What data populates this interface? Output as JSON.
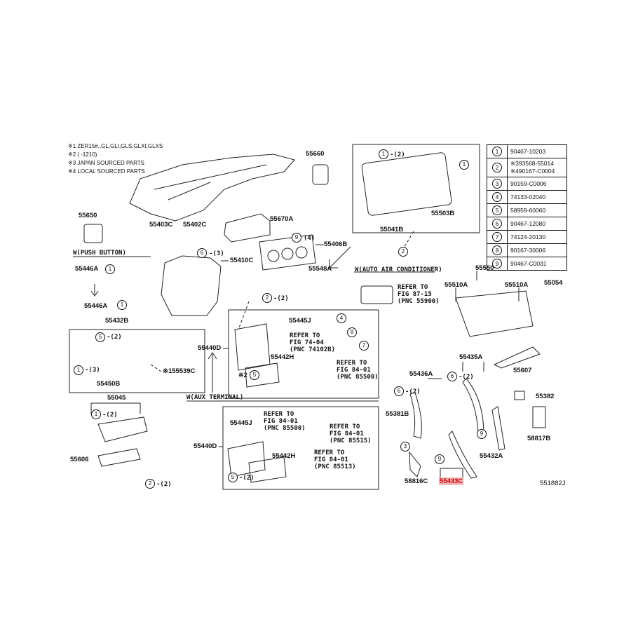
{
  "notes": [
    "※1 ZER15#,.GL,GLI,GLS,GLXI,GLXS",
    "※2 (      -1210)",
    "※3 JAPAN SOURCED PARTS",
    "※4 LOCAL SOURCED PARTS"
  ],
  "labels": {
    "p55660": "55660",
    "p55650": "55650",
    "p55403C": "55403C",
    "p55402C": "55402C",
    "p55670A": "55670A",
    "push_button": "W(PUSH BUTTON)",
    "p55446A_1": "55446A",
    "p55446A_2": "55446A",
    "p55432B": "55432B",
    "p55450B": "55450B",
    "p155539C": "※155539C",
    "p55410C": "55410C",
    "p55406B": "55406B",
    "p55548A": "55548A",
    "p55440D_1": "55440D",
    "p55440D_2": "55440D",
    "aux_terminal": "W(AUX TERMINAL)",
    "p55045": "55045",
    "p55606": "55606",
    "p55445J_1": "55445J",
    "p55442H_1": "55442H",
    "p55445J_2": "55445J",
    "p55442H_2": "55442H",
    "ref_74_04": "REFER TO\nFIG 74-04\n(PNC 74102B)",
    "ref_84_01a": "REFER TO\nFIG 84-01\n(PNC 85500)",
    "ref_84_01b": "REFER TO\nFIG 84-01\n(PNC 85500)",
    "ref_84_01c": "REFER TO\nFIG 84-01\n(PNC 85515)",
    "ref_84_01d": "REFER TO\nFIG 84-01\n(PNC 85513)",
    "p55503B": "55503B",
    "p55041B": "55041B",
    "auto_ac": "W(AUTO AIR CONDITIONER)",
    "ref_87_15": "REFER TO\nFIG 87-15\n(PNC 55900)",
    "p55550": "55550",
    "p55510A_1": "55510A",
    "p55510A_2": "55510A",
    "p55054": "55054",
    "p55607": "55607",
    "p55435A": "55435A",
    "p55436A": "55436A",
    "p55381B": "55381B",
    "p55382": "55382",
    "p58817B": "58817B",
    "p55432A": "55432A",
    "p58816C": "58816C",
    "p55433C": "55433C",
    "fig_id": "551882J",
    "q2": "-(2)",
    "q3": "-(3)",
    "q4": "(4)",
    "x2": "※2"
  },
  "table": [
    {
      "key": "1",
      "value": "90467-10203"
    },
    {
      "key": "2",
      "value": "※393568-55014\n※490167-C0004"
    },
    {
      "key": "3",
      "value": "90159-C0006"
    },
    {
      "key": "4",
      "value": "74133-02040"
    },
    {
      "key": "5",
      "value": "58959-60060"
    },
    {
      "key": "6",
      "value": "90467-12080"
    },
    {
      "key": "7",
      "value": "74124-20130"
    },
    {
      "key": "8",
      "value": "90167-30006"
    },
    {
      "key": "9",
      "value": "90467-C0031"
    }
  ],
  "highlight_color": "#cc0000"
}
